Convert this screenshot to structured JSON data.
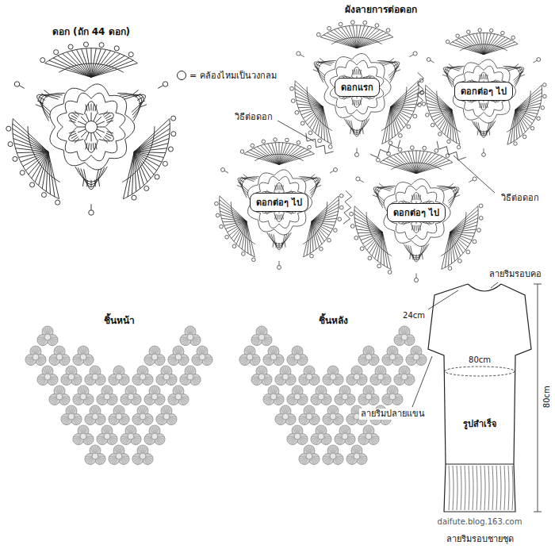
{
  "diagram": {
    "nodes": [
      {
        "text": [
          "ดอกแรก"
        ]
      },
      {
        "text": [
          "ดอกต่อๆ ไป"
        ]
      },
      {
        "text": [
          "ดอกต่อๆ ไป"
        ]
      },
      {
        "text": [
          "ดอกต่อๆ ไป"
        ]
      }
    ],
    "labels": [
      "ดอก (ถัก 44 ดอก)",
      "ผังลายการต่อดอก",
      "วิธีต่อดอก",
      "วิธีต่อดอก",
      "ชิ้นหน้า",
      "ชิ้นหลัง",
      "ลายริมรอบคอ",
      "24cm",
      "80cm",
      "80cm",
      "ลายริมปลายแขน",
      "รูปสำเร็จ",
      "daifute.blog.163.com",
      "ลายริมรอบชายชุด"
    ],
    "legend": [
      {
        "text": "= คล้องไหมเป็นวงกลม"
      }
    ]
  }
}
